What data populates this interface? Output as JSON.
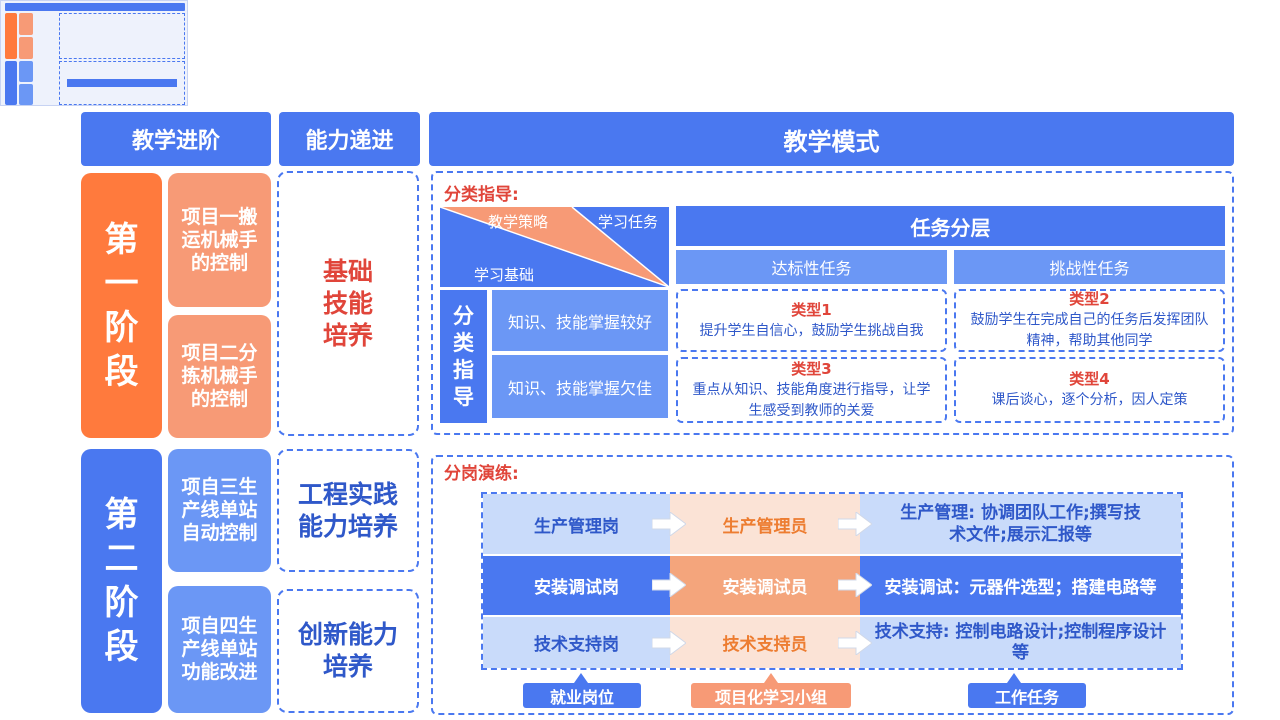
{
  "headers": {
    "stage": "教学进阶",
    "ability": "能力递进",
    "mode": "教学模式"
  },
  "stage1": {
    "label": "第一阶段",
    "projects": [
      "项目一搬运机械手的控制",
      "项目二分拣机械手的控制"
    ],
    "ability": "基础技能培养"
  },
  "stage2": {
    "label": "第二阶段",
    "projects": [
      "项自三生产线单站自动控制",
      "项自四生产线单站功能改进"
    ],
    "abilities": [
      "工程实践能力培养",
      "创新能力培养"
    ]
  },
  "guidance": {
    "title": "分类指导:",
    "diag": {
      "strategy": "教学策略",
      "task": "学习任务",
      "basis": "学习基础"
    },
    "side_label": "分类指导",
    "levels": [
      "知识、技能掌握较好",
      "知识、技能掌握欠佳"
    ],
    "task_header": "任务分层",
    "task_cols": [
      "达标性任务",
      "挑战性任务"
    ],
    "types": [
      {
        "title": "类型1",
        "text": "提升学生自信心，鼓励学生挑战自我"
      },
      {
        "title": "类型2",
        "text": "鼓励学生在完成自己的任务后发挥团队精神，帮助其他同学"
      },
      {
        "title": "类型3",
        "text": "重点从知识、技能角度进行指导，让学生感受到教师的关爱"
      },
      {
        "title": "类型4",
        "text": "课后谈心，逐个分析，因人定策"
      }
    ]
  },
  "drill": {
    "title": "分岗演练:",
    "rows": [
      {
        "post": "生产管理岗",
        "member": "生产管理员",
        "task": "生产管理: 协调团队工作;撰写技术文件;展示汇报等"
      },
      {
        "post": "安装调试岗",
        "member": "安装调试员",
        "task": "安装调试：元器件选型；搭建电路等"
      },
      {
        "post": "技术支持岗",
        "member": "技术支持员",
        "task": "技术支持: 控制电路设计;控制程序设计等"
      }
    ],
    "tags": [
      "就业岗位",
      "项目化学习小组",
      "工作任务"
    ]
  },
  "colors": {
    "blue": "#4a78f0",
    "orange": "#ff7a3d",
    "salmon": "#f79a76",
    "red": "#e0453a"
  }
}
